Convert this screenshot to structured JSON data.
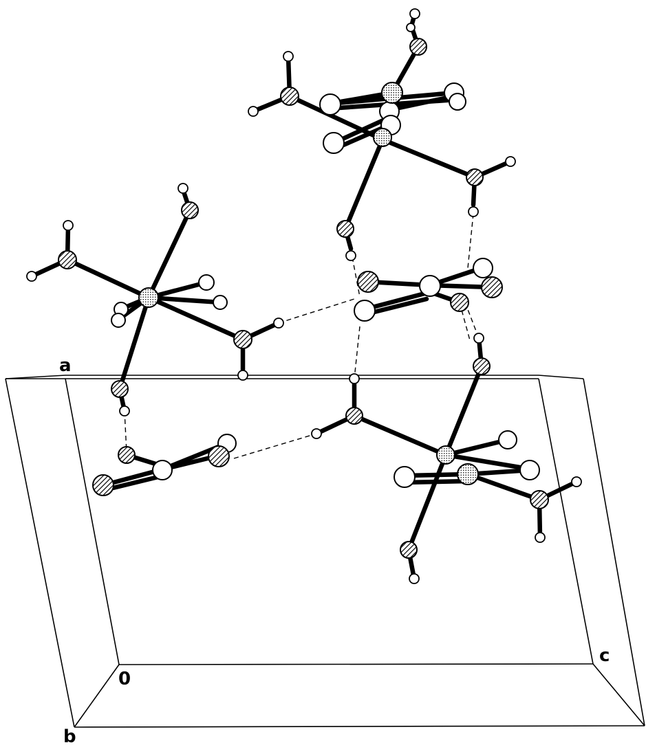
{
  "diagram": {
    "axis_labels": {
      "a": "a",
      "origin": "0",
      "c": "c",
      "b": "b"
    },
    "atom_fill_styles": [
      "hatched",
      "dotted",
      "open"
    ],
    "bond_styles": [
      "solid",
      "dashed"
    ]
  },
  "colors": {
    "ink": "#000000",
    "background": "#ffffff"
  }
}
